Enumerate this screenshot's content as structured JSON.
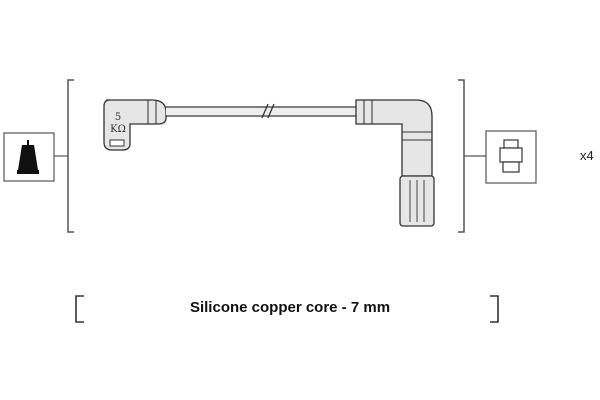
{
  "resistor": {
    "value": "5",
    "unit": "KΩ"
  },
  "quantity": "x4",
  "caption": "Silicone copper core - 7 mm",
  "icons": {
    "left": "spark-plug-boot-icon",
    "right": "coil-terminal-icon"
  },
  "colors": {
    "line": "#555555",
    "fill": "#e6e6e6",
    "stroke": "#333333"
  }
}
